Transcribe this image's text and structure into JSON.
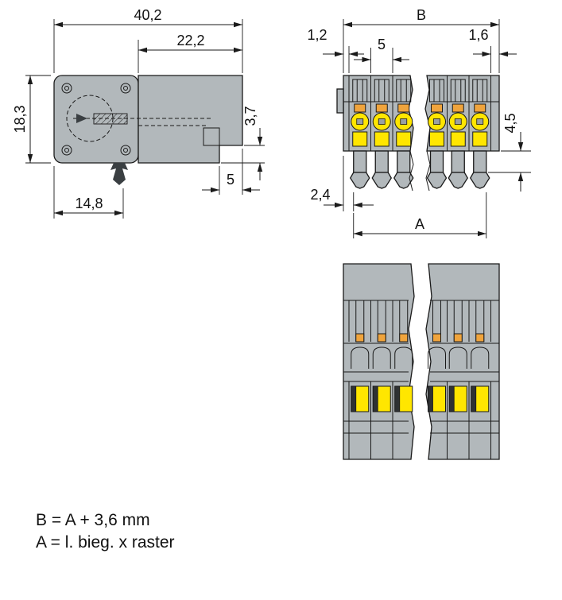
{
  "drawing_title": "connector-dimension-drawing",
  "colors": {
    "body_gray": "#b2b8bb",
    "accent_yellow": "#ffe600",
    "accent_orange": "#f0a43c",
    "line": "#1a1a1a"
  },
  "side_view": {
    "dim_total_width": "40,2",
    "dim_partial_width": "22,2",
    "dim_height": "18,3",
    "dim_step": "3,7",
    "dim_step_offset": "5",
    "dim_foot_offset": "14,8"
  },
  "front_view": {
    "dim_overall": "B",
    "dim_left_margin": "1,2",
    "dim_pitch": "5",
    "dim_right_margin": "1,6",
    "dim_foot_height": "4,5",
    "dim_foot_offset": "2,4",
    "dim_span": "A"
  },
  "notes": {
    "formula_b": "B = A + 3,6 mm",
    "formula_a": "A = l. bieg. x raster"
  }
}
